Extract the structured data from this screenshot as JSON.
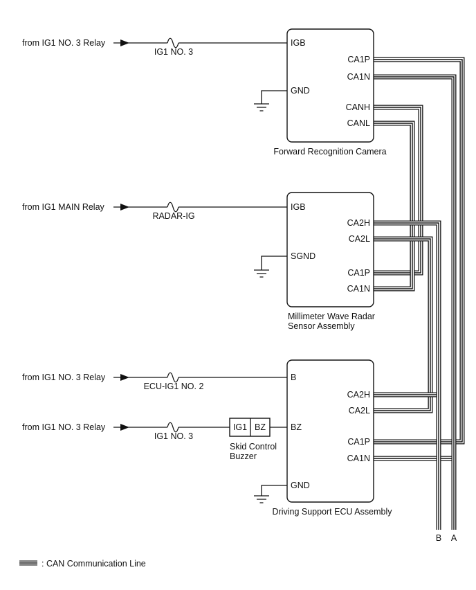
{
  "rows": [
    {
      "source": "from IG1 NO. 3 Relay",
      "fuse": "IG1 NO. 3"
    },
    {
      "source": "from IG1 MAIN Relay",
      "fuse": "RADAR-IG"
    },
    {
      "source": "from IG1 NO. 3 Relay",
      "fuse": "ECU-IG1 NO. 2"
    },
    {
      "source": "from IG1 NO. 3 Relay",
      "fuse": "IG1 NO. 3"
    }
  ],
  "camera": {
    "caption": "Forward Recognition Camera",
    "pins": {
      "igb": "IGB",
      "gnd": "GND",
      "ca1p": "CA1P",
      "ca1n": "CA1N",
      "canh": "CANH",
      "canl": "CANL"
    }
  },
  "radar": {
    "caption1": "Millimeter Wave Radar",
    "caption2": "Sensor Assembly",
    "pins": {
      "igb": "IGB",
      "sgnd": "SGND",
      "ca2h": "CA2H",
      "ca2l": "CA2L",
      "ca1p": "CA1P",
      "ca1n": "CA1N"
    }
  },
  "ecu": {
    "caption": "Driving Support ECU Assembly",
    "pins": {
      "b": "B",
      "bz": "BZ",
      "gnd": "GND",
      "ca2h": "CA2H",
      "ca2l": "CA2L",
      "ca1p": "CA1P",
      "ca1n": "CA1N"
    }
  },
  "buzzer": {
    "pin1": "IG1",
    "pin2": "BZ",
    "caption1": "Skid Control",
    "caption2": "Buzzer"
  },
  "connectors": {
    "b": "B",
    "a": "A"
  },
  "legend": {
    "label": ":  CAN Communication Line"
  },
  "colors": {
    "line": "#111111",
    "background": "#ffffff"
  }
}
